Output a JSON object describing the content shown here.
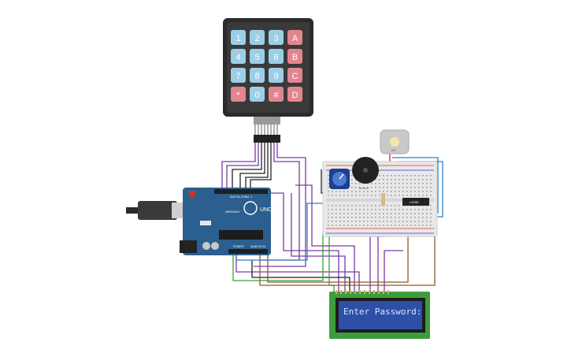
{
  "keypad": {
    "keys": [
      "1",
      "2",
      "3",
      "A",
      "4",
      "5",
      "6",
      "B",
      "7",
      "8",
      "9",
      "C",
      "*",
      "0",
      "#",
      "D"
    ],
    "number_key_color": "#9ccfe6",
    "letter_key_color": "#e2858f"
  },
  "arduino": {
    "model_label": "UNO",
    "brand_label": "ARDUINO",
    "header_label": "DIGITAL (PWM ~)",
    "power_label": "POWER",
    "analog_label": "ANALOG IN",
    "board_color": "#2a5f8f"
  },
  "lcd": {
    "text": "Enter Password:",
    "screen_color": "#2d4fa8",
    "pcb_color": "#3f9c3c"
  },
  "components": {
    "motor_label": "DC",
    "buzzer_label": "buzzer",
    "ic_label": "L293D"
  },
  "wire_colors": {
    "purple": "#7b3aa6",
    "black": "#222222",
    "blue": "#2e7fbf",
    "green": "#3aa03a",
    "brown": "#8a5a2b",
    "red": "#d02a2a"
  }
}
